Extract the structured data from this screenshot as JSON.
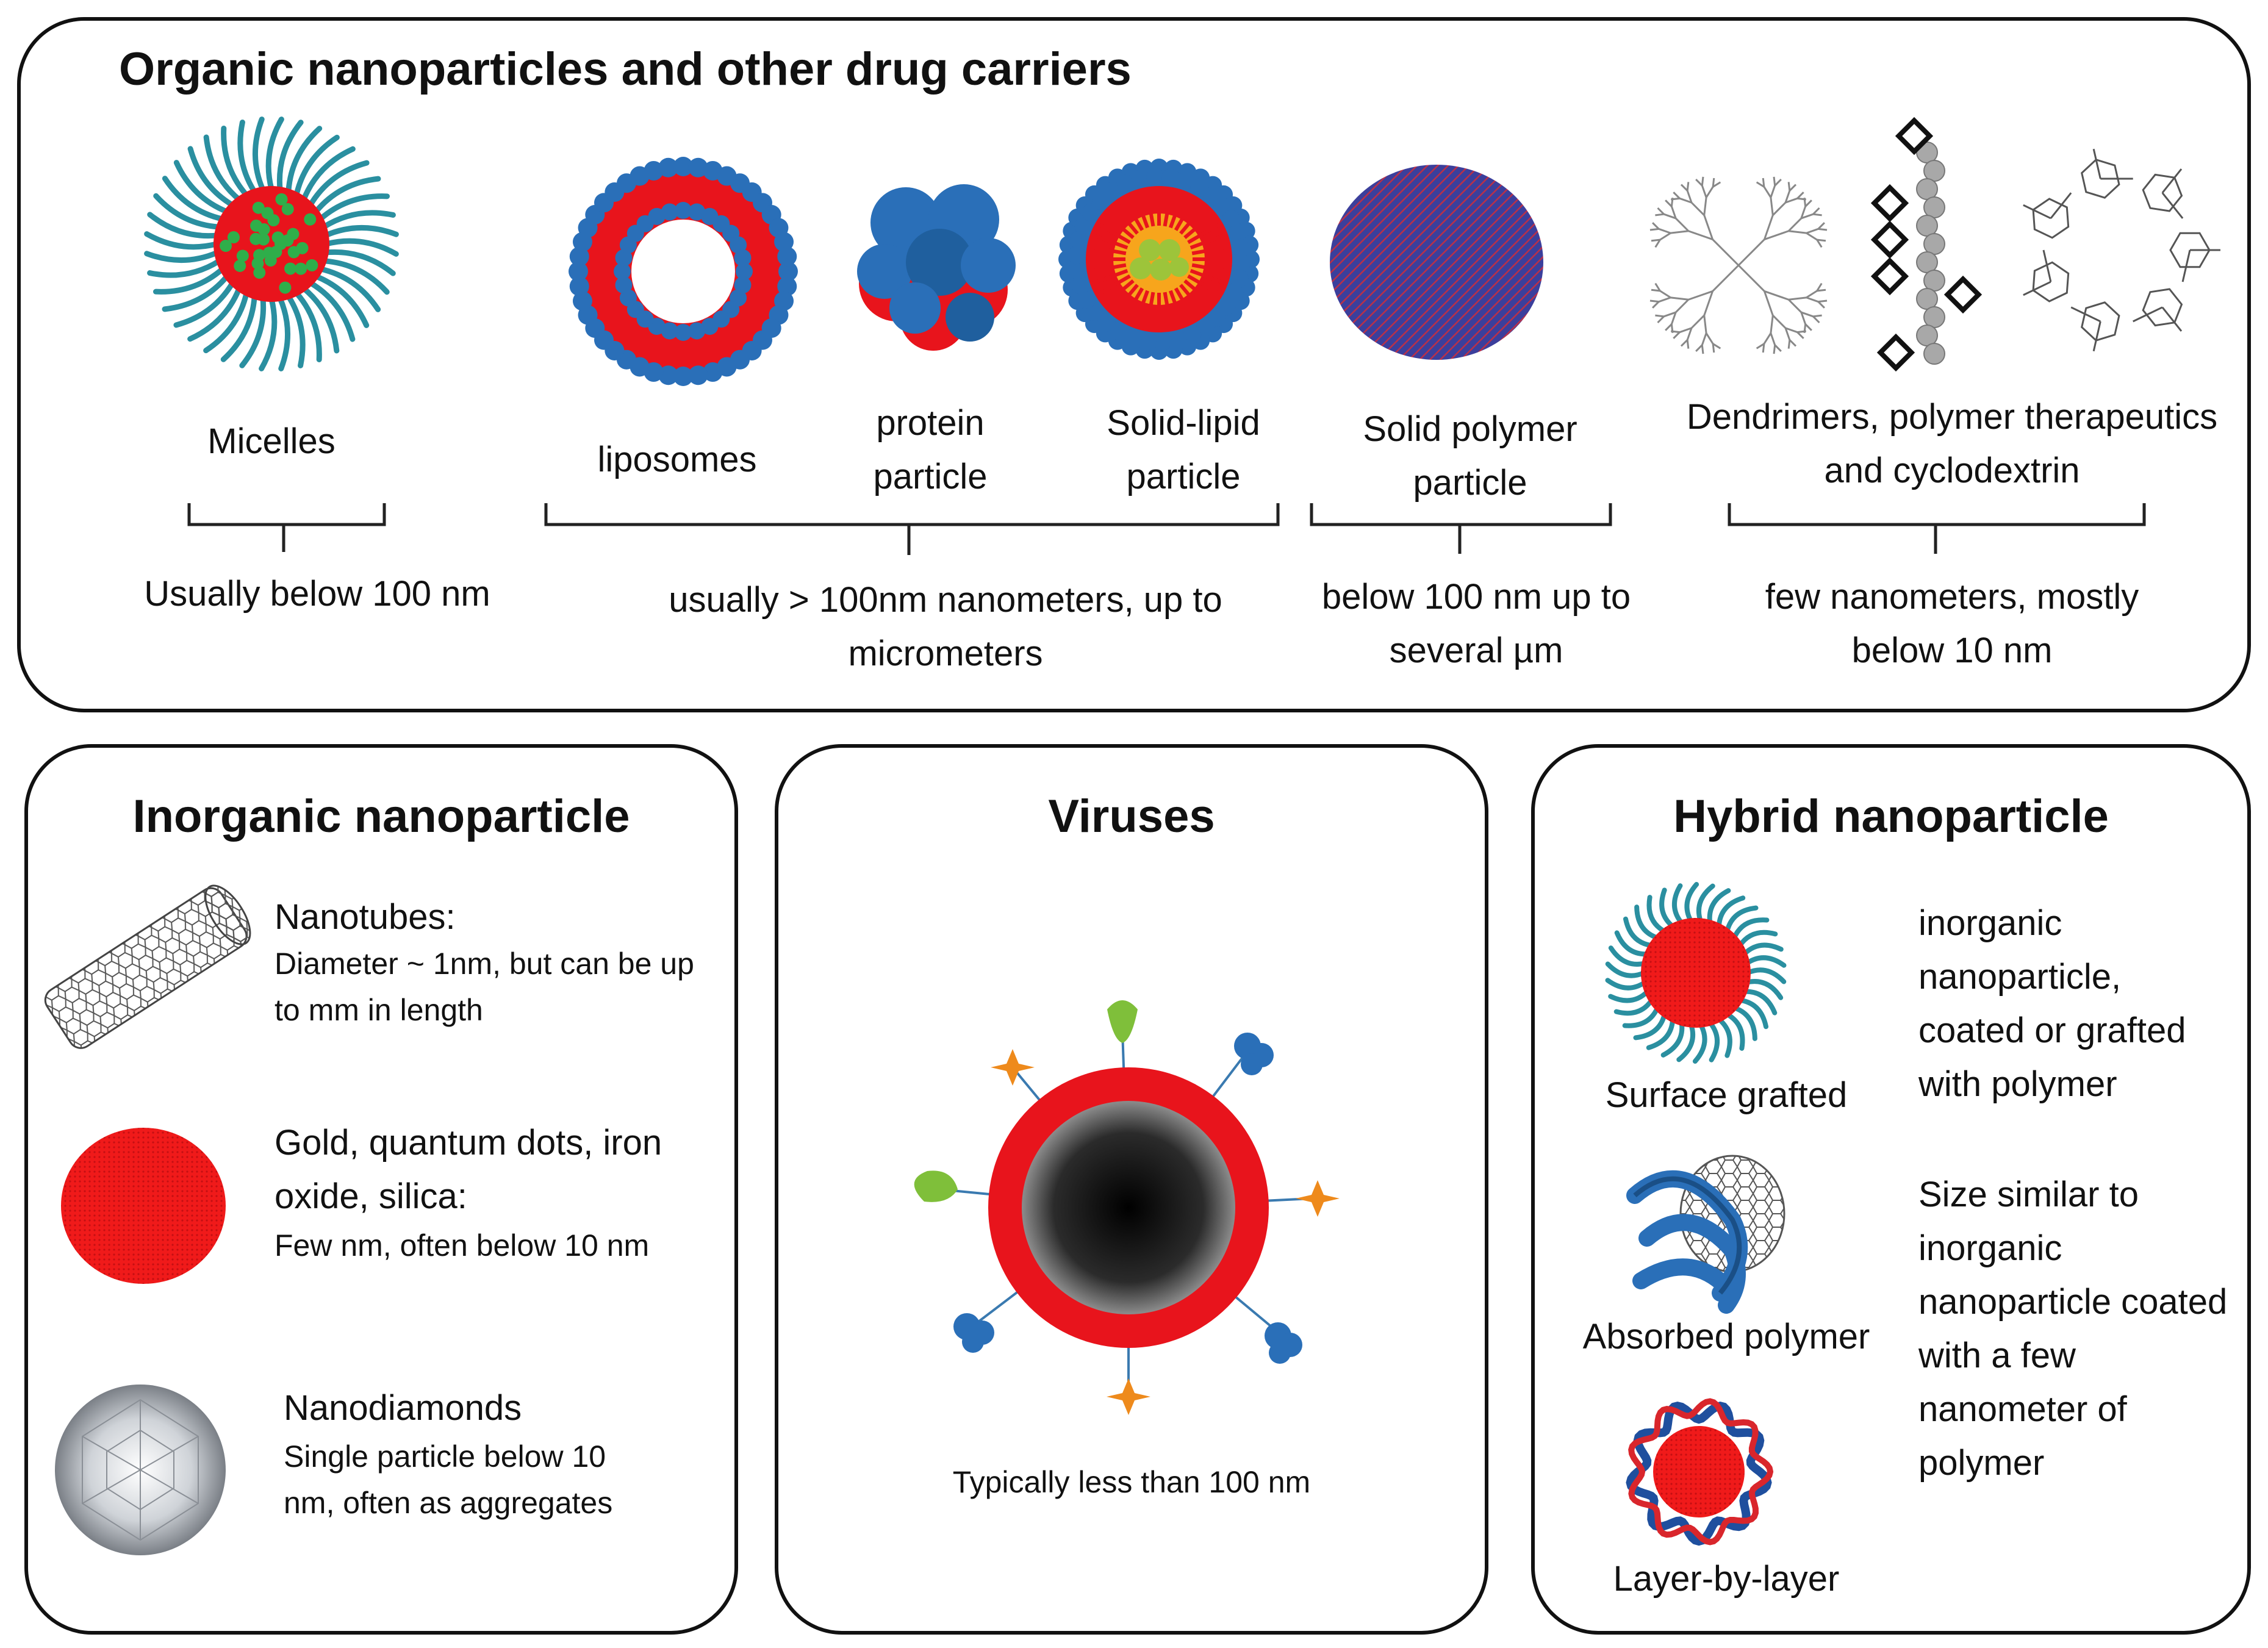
{
  "organic": {
    "title": "Organic nanoparticles and other drug carriers",
    "micelles": {
      "label": "Micelles",
      "size": "Usually below 100 nm"
    },
    "liposomes": {
      "label": "liposomes"
    },
    "protein": {
      "label": "protein particle"
    },
    "solid_lipid": {
      "label": "Solid-lipid particle"
    },
    "lipid_group_size": "usually > 100nm nanometers, up to micrometers",
    "solid_polymer": {
      "label": "Solid polymer particle",
      "size": "below 100 nm up to several µm"
    },
    "dendrimers": {
      "label": "Dendrimers, polymer therapeutics and cyclodextrin",
      "size": "few nanometers, mostly below 10 nm"
    }
  },
  "inorganic": {
    "title": "Inorganic nanoparticle",
    "nanotubes": {
      "name": "Nanotubes:",
      "desc": "Diameter ~ 1nm, but can be up to mm in length"
    },
    "gold": {
      "name": "Gold, quantum dots, iron oxide, silica:",
      "desc": "Few nm, often below 10 nm"
    },
    "nanodiamonds": {
      "name": "Nanodiamonds",
      "desc": "Single particle below 10 nm, often as aggregates"
    }
  },
  "viruses": {
    "title": "Viruses",
    "size": "Typically less than 100 nm"
  },
  "hybrid": {
    "title": "Hybrid nanoparticle",
    "surface_grafted": "Surface grafted",
    "absorbed_polymer": "Absorbed polymer",
    "layer_by_layer": "Layer-by-layer",
    "desc1": "inorganic nanoparticle, coated or grafted with polymer",
    "desc2": "Size similar to inorganic nanoparticle coated with a few nanometer of polymer"
  },
  "colors": {
    "red": "#e8141c",
    "blue": "#2a6fb8",
    "teal": "#2a8fa0",
    "green": "#2fae4a",
    "navy_red": "#6a3a8a"
  }
}
